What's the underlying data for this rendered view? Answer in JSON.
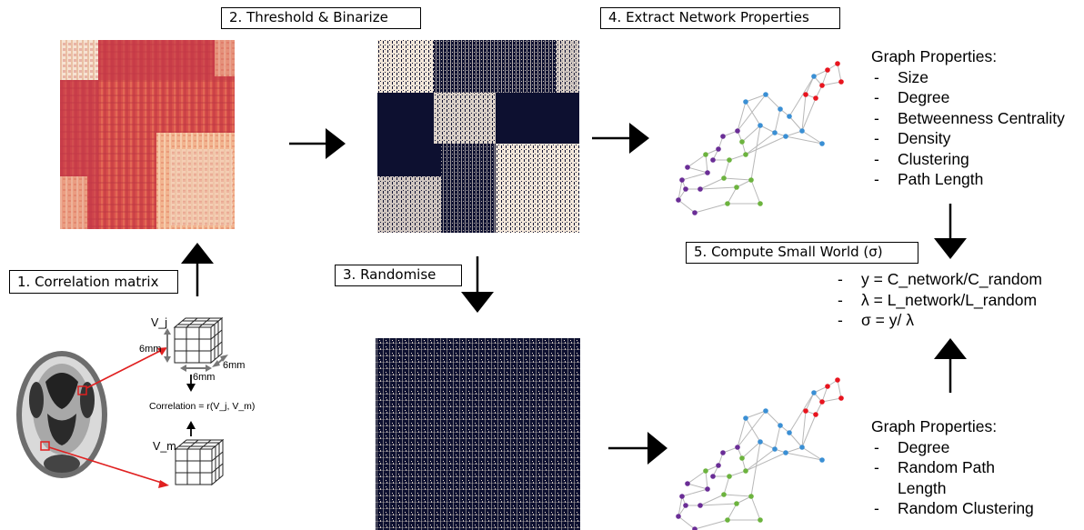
{
  "steps": {
    "step1": "1. Correlation matrix",
    "step2": "2. Threshold & Binarize",
    "step3": "3. Randomise",
    "step4": "4. Extract Network Properties",
    "step5": "5. Compute Small World (σ)"
  },
  "graph_props_top": {
    "title": "Graph Properties:",
    "items": [
      "Size",
      "Degree",
      "Betweenness Centrality",
      "Density",
      "Clustering",
      "Path Length"
    ]
  },
  "small_world": {
    "items": [
      "y = C_network/C_random",
      "λ = L_network/L_random",
      "σ = y/ λ"
    ]
  },
  "graph_props_bottom": {
    "title": "Graph Properties:",
    "items": [
      "Degree",
      "Random Path",
      "Length",
      "Random Clustering"
    ]
  },
  "voxel": {
    "vj": "V_j",
    "vm": "V_m",
    "dim_left": "6mm",
    "dim_right": "6mm",
    "dim_bottom": "6mm",
    "correlation": "Correlation = r(V_j, V_m)"
  },
  "colors": {
    "network_red": "#e8141e",
    "network_blue": "#3a8fd4",
    "network_green": "#6cb33e",
    "network_purple": "#6a2d96",
    "matrix_dark": "#0d1030",
    "matrix_light": "#f3e7da",
    "heat_base": "#d8504f",
    "arrow_red": "#e02020"
  }
}
